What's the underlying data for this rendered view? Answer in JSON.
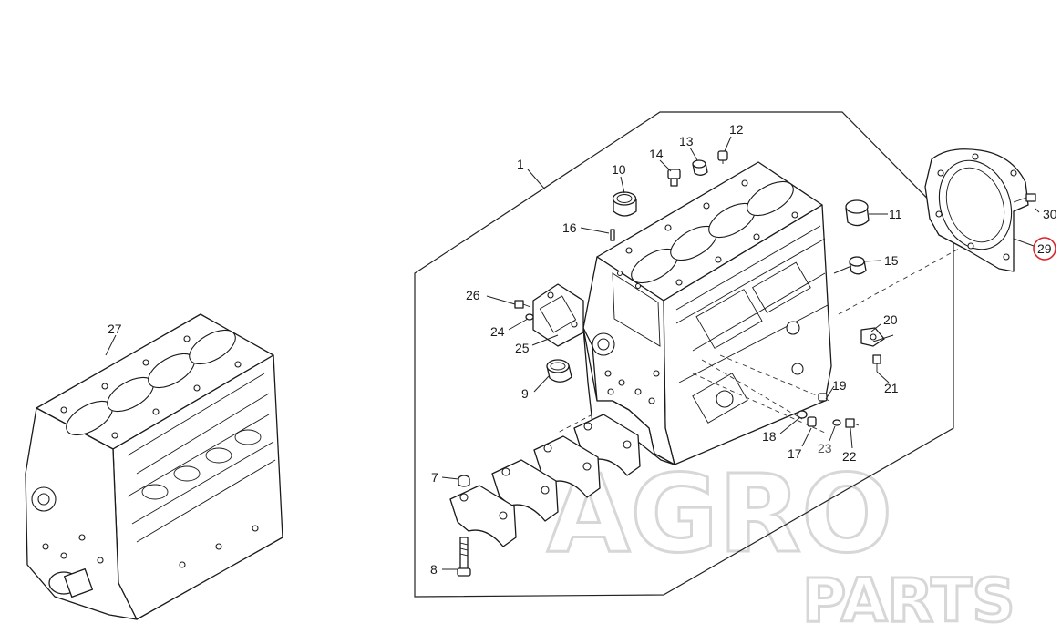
{
  "watermark": {
    "line1": "AGRO",
    "line2": "PARTS"
  },
  "highlight_color": "#d9262e",
  "labels": {
    "p1": "1",
    "p7": "7",
    "p8": "8",
    "p9": "9",
    "p10": "10",
    "p11": "11",
    "p12": "12",
    "p13": "13",
    "p14": "14",
    "p15": "15",
    "p16": "16",
    "p17": "17",
    "p18": "18",
    "p19": "19",
    "p20": "20",
    "p21": "21",
    "p22": "22",
    "p23": "23",
    "p24": "24",
    "p25": "25",
    "p26": "26",
    "p27": "27",
    "p29": "29",
    "p30": "30"
  },
  "selected_part": "29"
}
